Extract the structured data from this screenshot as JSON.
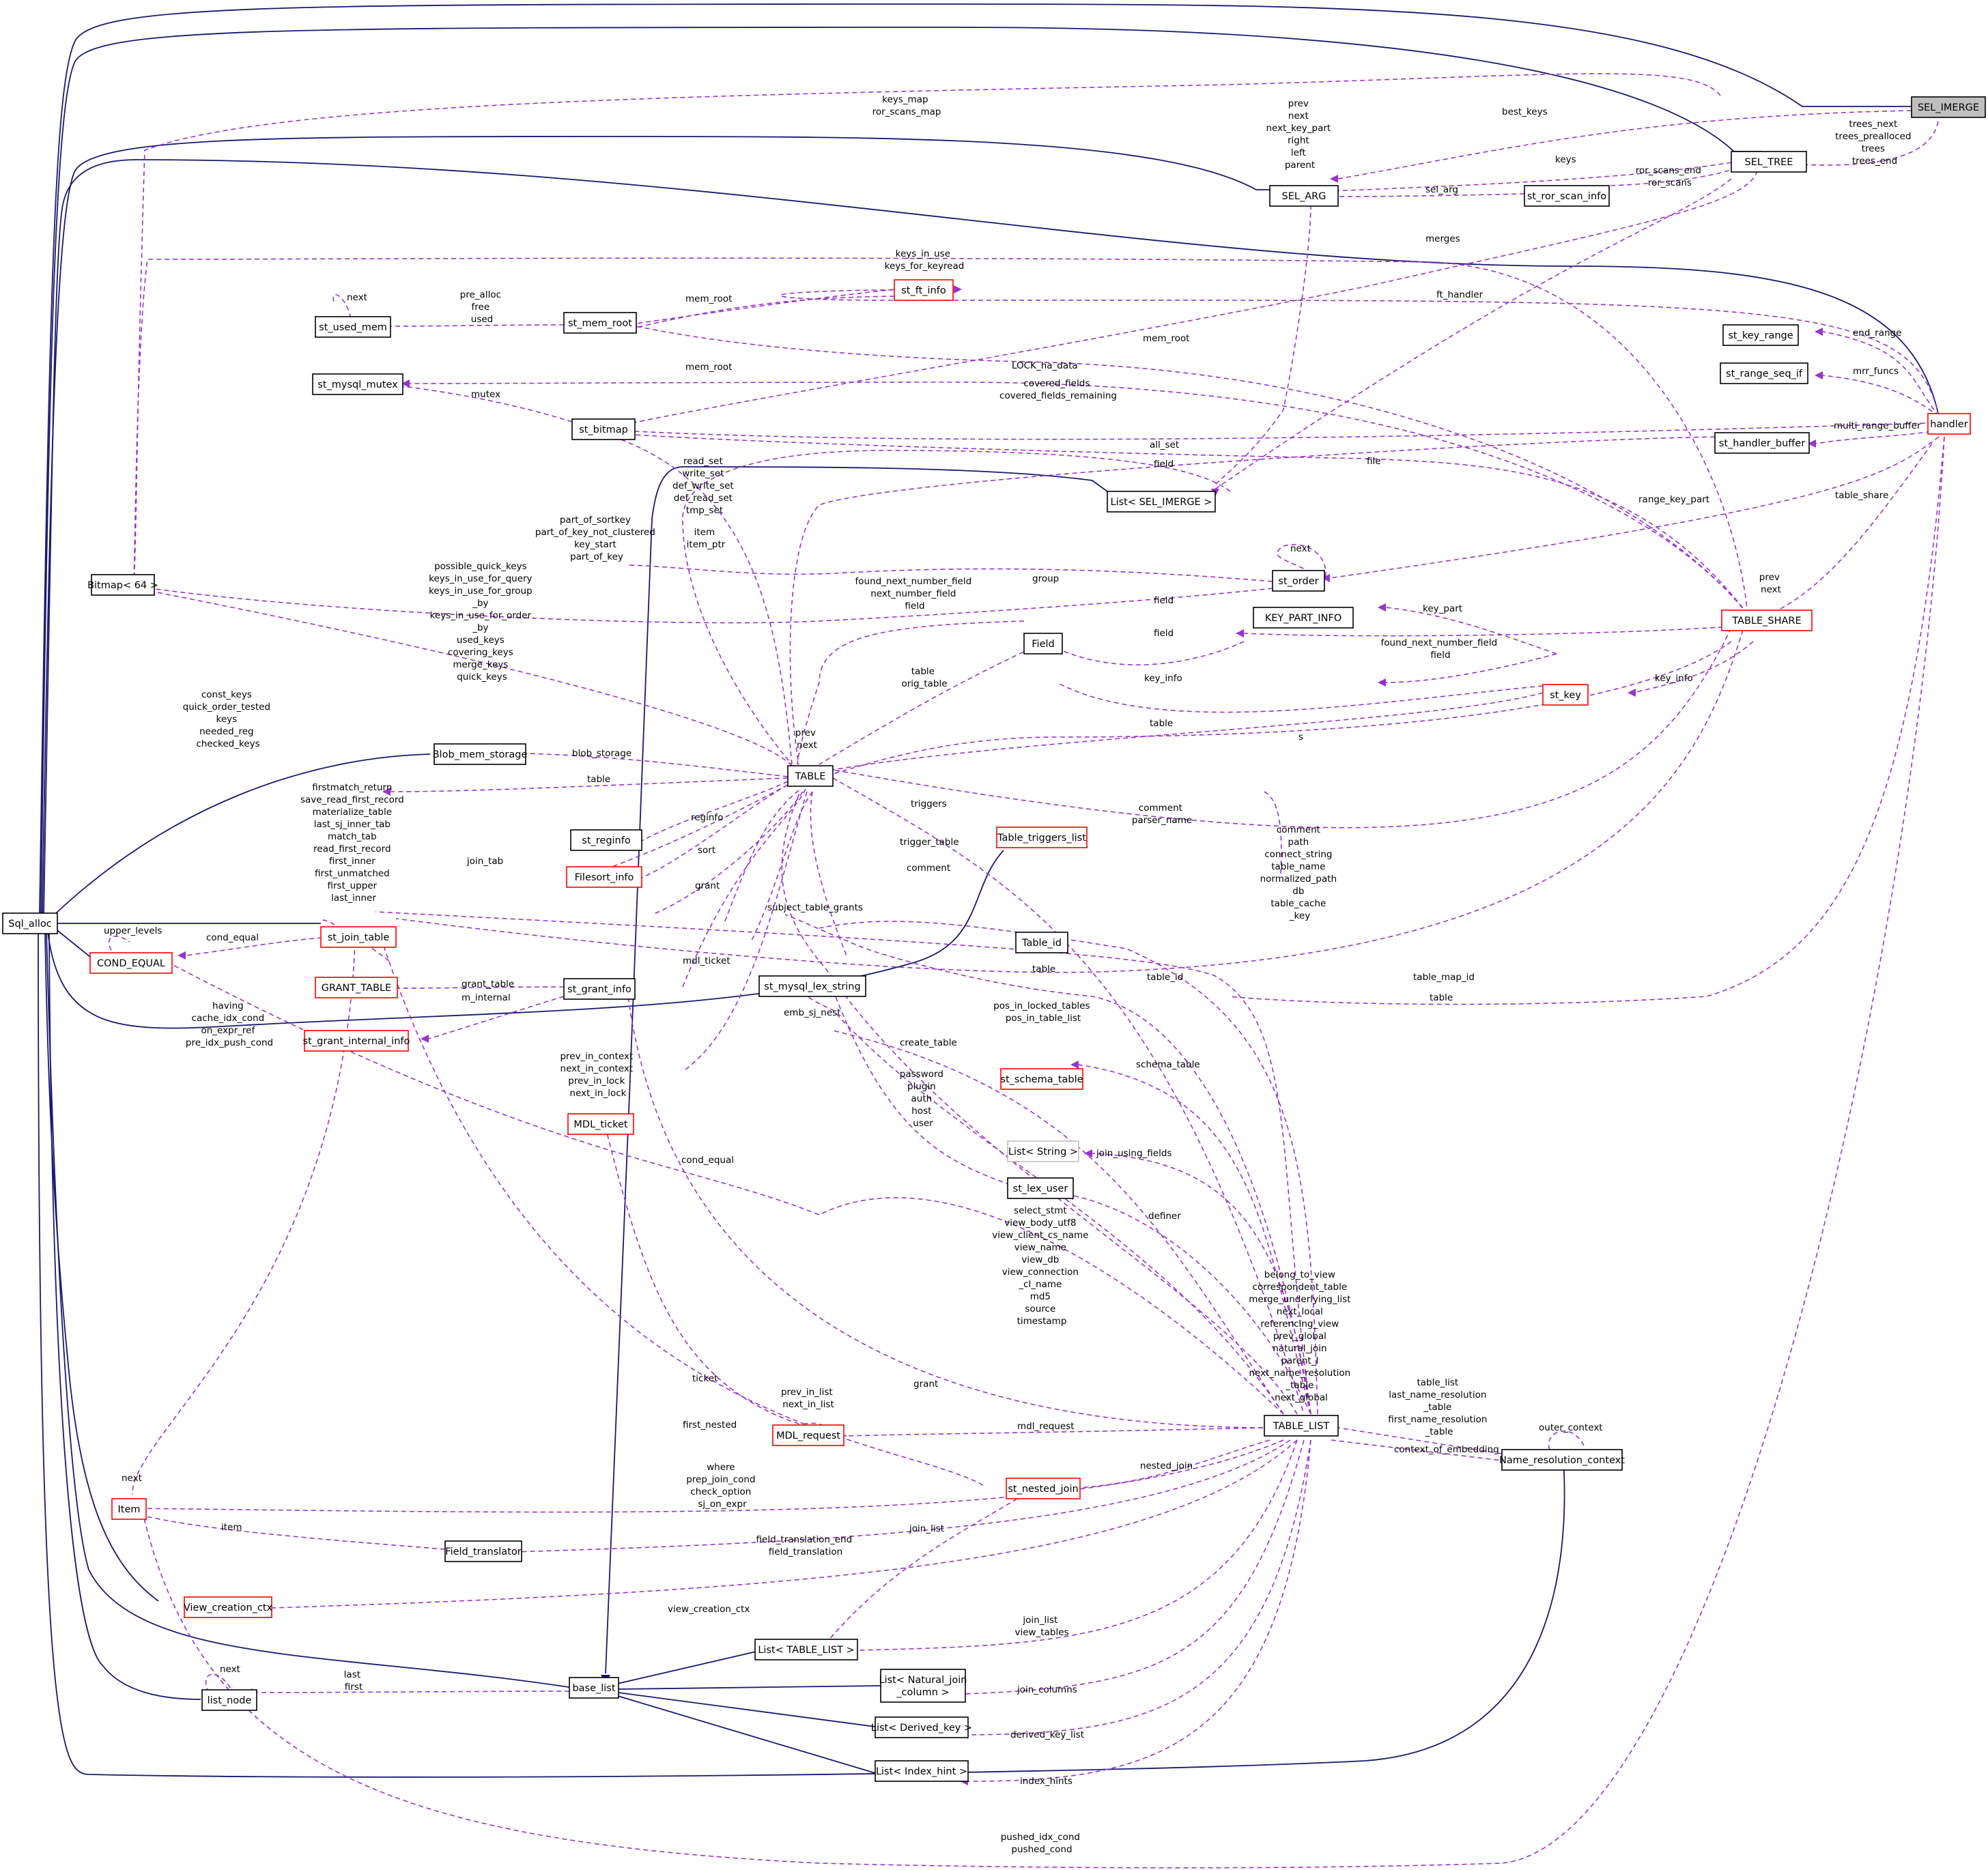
{
  "nodes": {
    "sel_imerge": "SEL_IMERGE",
    "sel_tree": "SEL_TREE",
    "sel_arg": "SEL_ARG",
    "st_ror_scan_info": "st_ror_scan_info",
    "st_ft_info": "st_ft_info",
    "st_used_mem": "st_used_mem",
    "st_mem_root": "st_mem_root",
    "st_mysql_mutex": "st_mysql_mutex",
    "st_bitmap": "st_bitmap",
    "list_sel_imerge": "List< SEL_IMERGE >",
    "bitmap64": "Bitmap< 64 >",
    "st_order": "st_order",
    "key_part_info": "KEY_PART_INFO",
    "field": "Field",
    "st_key_range": "st_key_range",
    "st_range_seq_if": "st_range_seq_if",
    "st_handler_buffer": "st_handler_buffer",
    "handler": "handler",
    "table_share": "TABLE_SHARE",
    "st_key": "st_key",
    "blob_mem_storage": "Blob_mem_storage",
    "table": "TABLE",
    "st_reginfo": "st_reginfo",
    "filesort_info": "Filesort_info",
    "table_triggers_list": "Table_triggers_list",
    "sql_alloc": "Sql_alloc",
    "st_join_table": "st_join_table",
    "cond_equal": "COND_EQUAL",
    "table_id": "Table_id",
    "st_mysql_lex_string": "st_mysql_lex_string",
    "grant_table": "GRANT_TABLE",
    "st_grant_info": "st_grant_info",
    "st_grant_internal_info": "st_grant_internal_info",
    "st_schema_table": "st_schema_table",
    "mdl_ticket": "MDL_ticket",
    "list_string": "List< String >",
    "st_lex_user": "st_lex_user",
    "mdl_request": "MDL_request",
    "table_list": "TABLE_LIST",
    "name_resolution_context": "Name_resolution_context",
    "st_nested_join": "st_nested_join",
    "item": "Item",
    "field_translator": "Field_translator",
    "view_creation_ctx": "View_creation_ctx",
    "list_table_list": "List< TABLE_LIST >",
    "list_natural_join_1": "List< Natural_join",
    "list_natural_join_2": "_column >",
    "list_derived_key": "List< Derived_key >",
    "base_list": "base_list",
    "list_index_hint": "List< Index_hint >",
    "list_node": "list_node"
  },
  "labels": {
    "keys_map": [
      "keys_map",
      "ror_scans_map"
    ],
    "best_keys": "best_keys",
    "trees": [
      "trees_next",
      "trees_prealloced",
      "trees",
      "trees_end"
    ],
    "sel_arg_self": [
      "prev",
      "next",
      "next_key_part",
      "right",
      "left",
      "parent"
    ],
    "keys": "keys",
    "ror_scans": [
      "ror_scans_end",
      "ror_scans"
    ],
    "sel_arg_lbl": "sel_arg",
    "merges": "merges",
    "keys_in_use": [
      "keys_in_use",
      "keys_for_keyread"
    ],
    "used_mem_next": "next",
    "mem_root_fields": [
      "pre_alloc",
      "free",
      "used"
    ],
    "mem_root": "mem_root",
    "ft_handler": "ft_handler",
    "mem_root_2": "mem_root",
    "mem_root_3": "mem_root",
    "lock_ha_data": "LOCK_ha_data",
    "end_range": "end_range",
    "mrr_funcs": "mrr_funcs",
    "mutex": "mutex",
    "covered_fields": [
      "covered_fields",
      "covered_fields_remaining"
    ],
    "multi_range_buffer": "multi_range_buffer",
    "all_set": "all_set",
    "field_1": "field",
    "table_read_sets": [
      "read_set",
      "write_set",
      "def_write_set",
      "def_read_set",
      "tmp_set"
    ],
    "file": "file",
    "range_key_part": "range_key_part",
    "table_share_lbl": "table_share",
    "order_next": "next",
    "part_of_sortkey": [
      "part_of_sortkey",
      "part_of_key_not_clustered",
      "key_start",
      "part_of_key"
    ],
    "item_lbl": [
      "item",
      "item_ptr"
    ],
    "group": "group",
    "share_prev_next": [
      "prev",
      "next"
    ],
    "field_2": "field",
    "field_3": "field",
    "key_part": "key_part",
    "found_next_number_field": [
      "found_next_number_field",
      "next_number_field",
      "field"
    ],
    "found_next_number_field_2": [
      "found_next_number_field",
      "field"
    ],
    "table_orig": [
      "table",
      "orig_table"
    ],
    "key_info": "key_info",
    "key_info_2": "key_info",
    "possible_quick_keys": [
      "possible_quick_keys",
      "keys_in_use_for_query",
      "keys_in_use_for_group",
      "_by",
      "keys_in_use_for_order",
      "_by",
      "used_keys",
      "covering_keys",
      "merge_keys",
      "quick_keys"
    ],
    "const_keys": [
      "const_keys",
      "quick_order_tested",
      "keys",
      "needed_reg",
      "checked_keys"
    ],
    "table_1": "table",
    "s_lbl": "s",
    "table_prev_next": [
      "prev",
      "next"
    ],
    "blob_storage": "blob_storage",
    "table_2": "table",
    "join_table_fields": [
      "firstmatch_return",
      "save_read_first_record",
      "materialize_table",
      "last_sj_inner_tab",
      "match_tab",
      "read_first_record",
      "first_inner",
      "first_unmatched",
      "first_upper",
      "last_inner"
    ],
    "triggers": "triggers",
    "reginfo": "reginfo",
    "comment_parser": [
      "comment",
      "parser_name"
    ],
    "trigger_table": "trigger_table",
    "join_tab": "join_tab",
    "sort": "sort",
    "share_strings": [
      "comment",
      "path",
      "connect_string",
      "table_name",
      "normalized_path",
      "db",
      "table_cache",
      "_key"
    ],
    "comment_2": "comment",
    "grant": "grant",
    "subject_table_grants": "subject_table_grants",
    "upper_levels": "upper_levels",
    "cond_equal": "cond_equal",
    "table_3": "table",
    "table_id_lbl": "table_id",
    "table_map_id": "table_map_id",
    "table_4": "table",
    "mdl_ticket_lbl": "mdl_ticket",
    "grant_table_lbl": "grant_table",
    "m_internal": "m_internal",
    "having": [
      "having",
      "cache_idx_cond",
      "on_expr_ref",
      "pre_idx_push_cond"
    ],
    "pos_in_locked": [
      "pos_in_locked_tables",
      "pos_in_table_list"
    ],
    "emb_sj_nest": "emb_sj_nest",
    "create_table": "create_table",
    "schema_table": "schema_table",
    "prev_in_context": [
      "prev_in_context",
      "next_in_context",
      "prev_in_lock",
      "next_in_lock"
    ],
    "password": [
      "password",
      "plugin",
      "auth",
      "host",
      "user"
    ],
    "join_using_fields": "join_using_fields",
    "cond_equal_2": "cond_equal",
    "definer": "definer",
    "select_stmt": [
      "select_stmt",
      "view_body_utf8",
      "view_client_cs_name",
      "view_name",
      "view_db",
      "view_connection",
      "_cl_name",
      "md5",
      "source",
      "timestamp"
    ],
    "belong_to_view": [
      "belong_to_view",
      "correspondent_table",
      "merge_underlying_list",
      "next_local",
      "referencing_view",
      "prev_global",
      "natural_join",
      "parent_l",
      "next_name_resolution",
      "_table",
      "next_global"
    ],
    "grant_2": "grant",
    "ticket": "ticket",
    "prev_in_list": [
      "prev_in_list",
      "next_in_list"
    ],
    "first_nested": "first_nested",
    "mdl_request_lbl": "mdl_request",
    "table_list_lbl": [
      "table_list",
      "last_name_resolution",
      "_table",
      "first_name_resolution",
      "_table"
    ],
    "outer_context": "outer_context",
    "context_of_embedding": "context_of_embedding",
    "nested_join": "nested_join",
    "item_next": "next",
    "where": [
      "where",
      "prep_join_cond",
      "check_option",
      "sj_on_expr"
    ],
    "join_list": "join_list",
    "item_2": "item",
    "field_translation": [
      "field_translation_end",
      "field_translation"
    ],
    "view_creation_ctx": "view_creation_ctx",
    "join_list_2": [
      "join_list",
      "view_tables"
    ],
    "last_first": [
      "last",
      "first"
    ],
    "list_node_next": "next",
    "join_columns": "join_columns",
    "derived_key_list": "derived_key_list",
    "index_hints": "index_hints",
    "pushed_idx_cond": [
      "pushed_idx_cond",
      "pushed_cond"
    ]
  }
}
